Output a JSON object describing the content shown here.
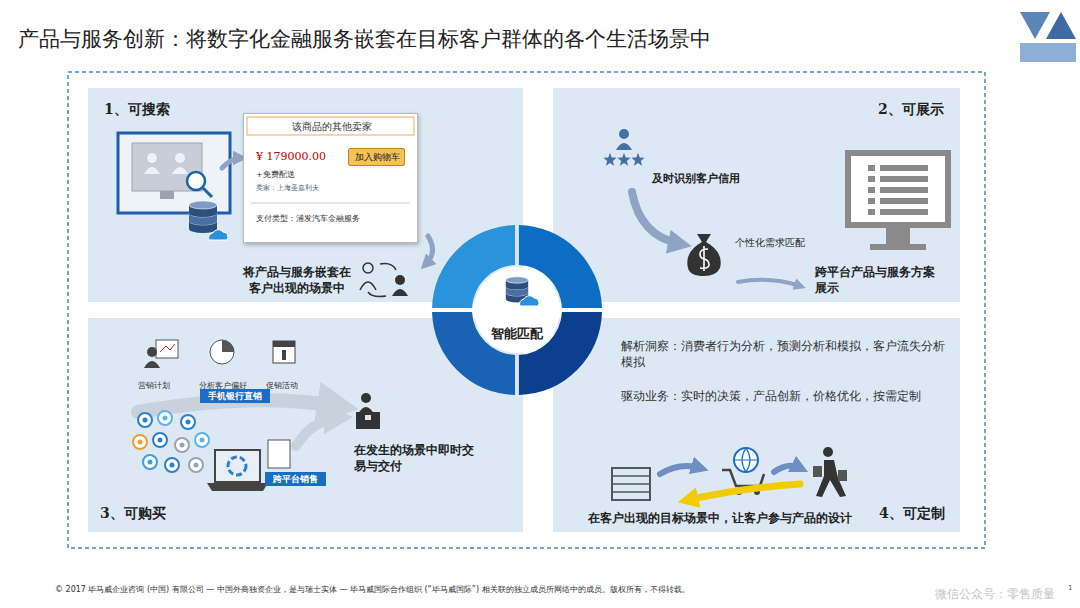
{
  "diagram": {
    "title": "产品与服务创新：将数字化金融服务嵌套在目标客户群体的各个生活场景中",
    "nodes": [
      {
        "text": [
          "1、可搜索",
          "将产品与服务嵌套在客户出现的场景中"
        ]
      },
      {
        "text": [
          "该商品的其他卖家",
          "¥ 179000.00",
          "+免费配送",
          "卖家：上海圣嘉利夫",
          "支付类型：浦发汽车金融服务"
        ],
        "in": 0
      },
      {
        "text": [
          "加入购物车"
        ],
        "in": 1
      },
      {
        "text": [
          "2、可展示",
          "及时识别客户信用",
          "个性化需求匹配",
          "跨平台产品与服务方案展示"
        ]
      },
      {
        "text": [
          "3、可购买",
          "营销计划",
          "分析客户偏好",
          "促销活动",
          "在发生的场景中即时交易与交付"
        ]
      },
      {
        "text": [
          "手机银行直销"
        ],
        "in": 4
      },
      {
        "text": [
          "跨平台销售"
        ],
        "in": 4
      },
      {
        "text": [
          "解析洞察：消费者行为分析，预测分析和模拟，客户流失分析模拟",
          "驱动业务：实时的决策，产品创新，价格优化，按需定制",
          "在客户出现的目标场景中，让客户参与产品的设计",
          "4、可定制"
        ]
      },
      {
        "text": [
          "智能匹配"
        ]
      }
    ],
    "labels": [
      "© 2017 毕马威企业咨询 (中国) 有限公司 — 中国外商独资企业，是与瑞士实体 — 毕马威国际合作组织 (“毕马威国际”) 相关联的独立成员所网络中的成员。版权所有，不得转载。",
      "微信公众号：零售质量",
      "1"
    ]
  }
}
